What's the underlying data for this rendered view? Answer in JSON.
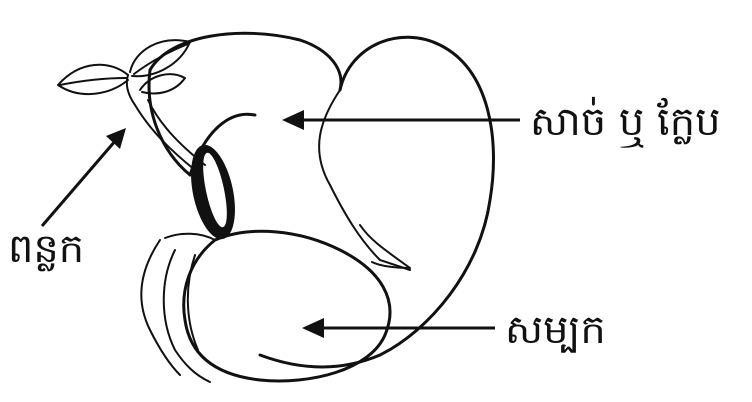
{
  "diagram": {
    "labels": {
      "flesh_or_cotyledon": "សាច់ ឬ ក្លែប",
      "sprout": "ពន្លក",
      "seed_coat": "សម្បក"
    }
  }
}
